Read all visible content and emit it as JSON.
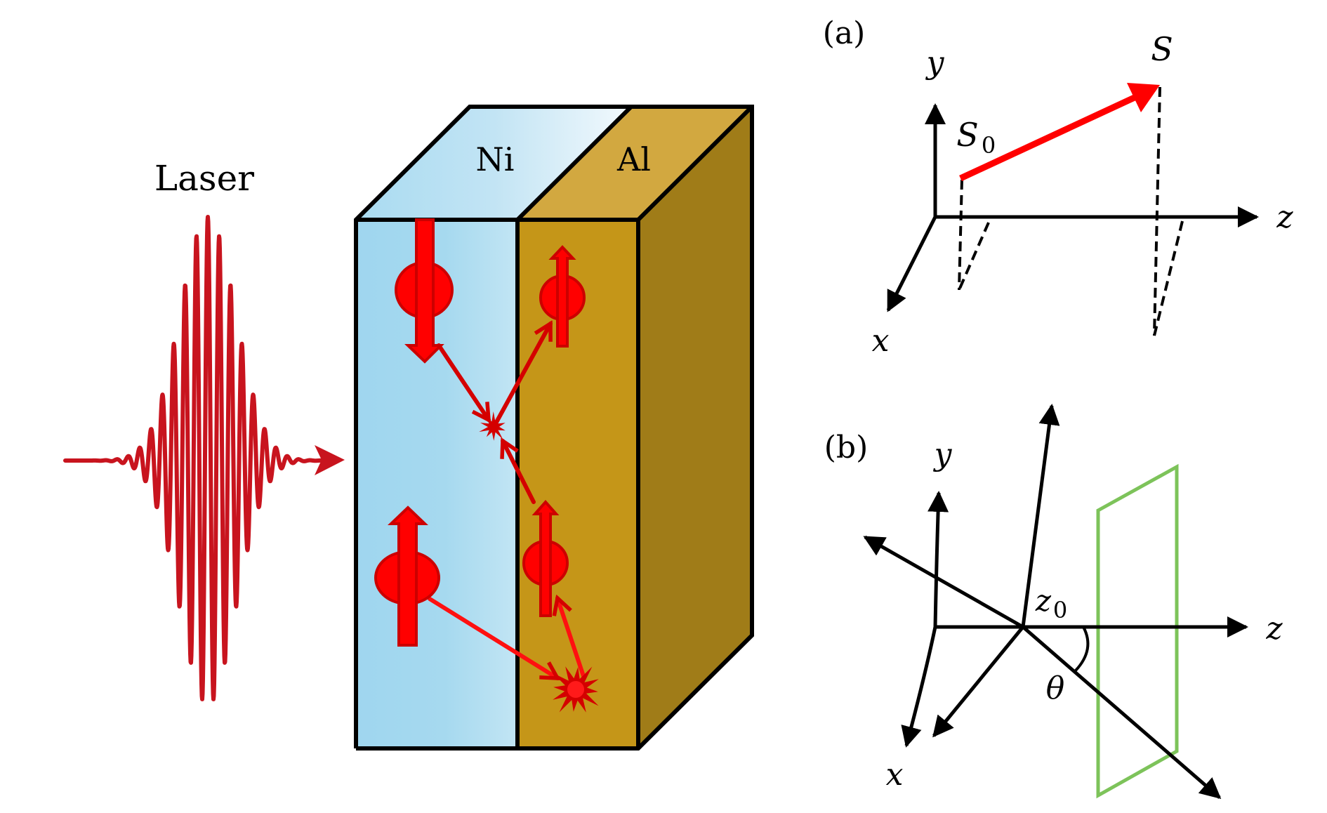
{
  "laser": {
    "label": "Laser",
    "color": "#c8141e"
  },
  "slab": {
    "layers": [
      {
        "label": "Ni",
        "color_front": "#9fd6ef",
        "color_front_light": "#c2e5f4",
        "color_top": "#bfe3f4",
        "color_top_light": "#eef7fc"
      },
      {
        "label": "Al",
        "color_front": "#c59618",
        "color_top": "#d2a840",
        "color_side": "#a07c18"
      }
    ],
    "spin_color": "#ff0000",
    "spin_edge_color": "#cc0000",
    "spins": [
      {
        "layer": "Ni",
        "direction": "down",
        "size": "large"
      },
      {
        "layer": "Al",
        "direction": "up",
        "size": "small"
      },
      {
        "layer": "Ni",
        "direction": "up",
        "size": "large"
      },
      {
        "layer": "Al",
        "direction": "up",
        "size": "small"
      }
    ],
    "scattering_events": 2
  },
  "panel_a": {
    "tag": "(a)",
    "axis_labels": {
      "x": "x",
      "y": "y",
      "z": "z"
    },
    "vector_start": {
      "name": "S",
      "subscript": "0"
    },
    "vector_end": {
      "name": "S"
    },
    "vector_color": "#ff0000"
  },
  "panel_b": {
    "tag": "(b)",
    "axis_labels": {
      "x": "x",
      "y": "y",
      "z": "z"
    },
    "origin_shift": {
      "name": "z",
      "subscript": "0"
    },
    "angle": "θ",
    "plane_color": "#7dc35a"
  }
}
